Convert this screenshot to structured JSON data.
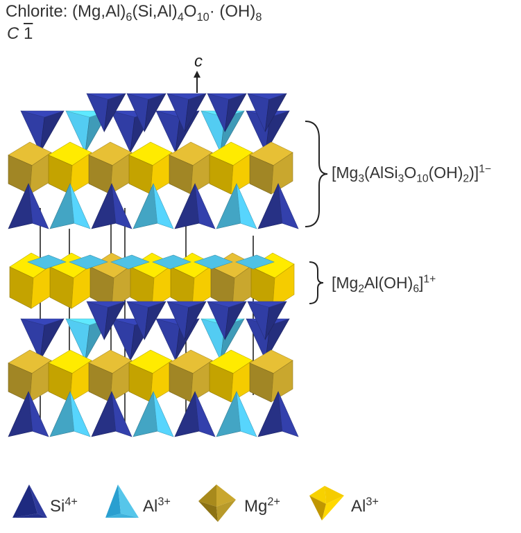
{
  "header": {
    "mineral": "Chlorite:",
    "formula": {
      "p1": "(Mg,Al)",
      "s1": "6",
      "p2": "(Si,Al)",
      "s2": "4",
      "p3": "O",
      "s3": "10",
      "p4": "· (OH)",
      "s4": "8"
    },
    "space_group": {
      "letter": "C",
      "digit": "1"
    }
  },
  "axis": {
    "label": "c"
  },
  "layers": {
    "tot": {
      "p1": "[Mg",
      "s1": "3",
      "p2": "(AlSi",
      "s2": "3",
      "p3": "O",
      "s3": "10",
      "p4": "(OH)",
      "s4": "2",
      "p5": ")]",
      "charge": "1−"
    },
    "brucite": {
      "p1": "[Mg",
      "s1": "2",
      "p2": "Al(OH)",
      "s2": "6",
      "p3": "]",
      "charge": "1+"
    }
  },
  "legend": [
    {
      "name": "Si",
      "charge": "4+",
      "icon": "dark-blue-tetrahedron-icon",
      "color": "#2e3a9c"
    },
    {
      "name": "Al",
      "charge": "3+",
      "icon": "light-blue-tetrahedron-icon",
      "color": "#4fc2e6"
    },
    {
      "name": "Mg",
      "charge": "2+",
      "icon": "dark-gold-octahedron-icon",
      "color": "#b89a2a"
    },
    {
      "name": "Al",
      "charge": "3+",
      "icon": "yellow-octahedron-icon",
      "color": "#f2c400"
    }
  ],
  "colors": {
    "si_tet": "#2e3a9c",
    "al_tet": "#4fc2e6",
    "mg_oct": "#c9a72e",
    "al_oct": "#f5cc00"
  }
}
